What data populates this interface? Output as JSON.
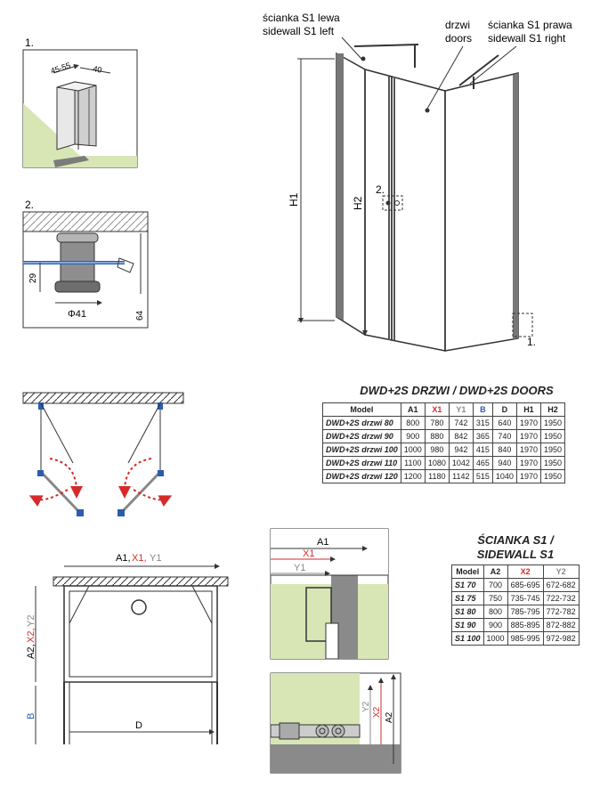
{
  "labels": {
    "fig1": "1.",
    "fig2": "2.",
    "left_wall_pl": "ścianka S1 lewa",
    "left_wall_en": "sidewall S1 left",
    "doors_pl": "drzwi",
    "doors_en": "doors",
    "right_wall_pl": "ścianka S1 prawa",
    "right_wall_en": "sidewall S1 right",
    "h1": "H1",
    "h2": "H2",
    "ref2": "2.",
    "ref1": "1.",
    "dim_45_55": "45-55",
    "dim_40": "40",
    "dim_29": "29",
    "dim_41": "Φ41",
    "dim_64": "64",
    "a1": "A1,",
    "x1": "X1,",
    "y1": "Y1",
    "a2": "A2,",
    "x2": "X2,",
    "y2": "Y2",
    "b": "B",
    "d": "D",
    "det_a1": "A1",
    "det_x1": "X1",
    "det_y1": "Y1",
    "det_y2": "Y2",
    "det_x2": "X2",
    "det_a2": "A2"
  },
  "doors_table": {
    "title": "DWD+2S DRZWI / DWD+2S DOORS",
    "headers": [
      "Model",
      "A1",
      "X1",
      "Y1",
      "B",
      "D",
      "H1",
      "H2"
    ],
    "rows": [
      [
        "DWD+2S drzwi 80",
        "800",
        "780",
        "742",
        "315",
        "640",
        "1970",
        "1950"
      ],
      [
        "DWD+2S drzwi 90",
        "900",
        "880",
        "842",
        "365",
        "740",
        "1970",
        "1950"
      ],
      [
        "DWD+2S drzwi 100",
        "1000",
        "980",
        "942",
        "415",
        "840",
        "1970",
        "1950"
      ],
      [
        "DWD+2S drzwi 110",
        "1100",
        "1080",
        "1042",
        "465",
        "940",
        "1970",
        "1950"
      ],
      [
        "DWD+2S drzwi 120",
        "1200",
        "1180",
        "1142",
        "515",
        "1040",
        "1970",
        "1950"
      ]
    ]
  },
  "sidewall_table": {
    "title_line1": "ŚCIANKA S1 /",
    "title_line2": "SIDEWALL S1",
    "headers": [
      "Model",
      "A2",
      "X2",
      "Y2"
    ],
    "rows": [
      [
        "S1 70",
        "700",
        "685-695",
        "672-682"
      ],
      [
        "S1 75",
        "750",
        "735-745",
        "722-732"
      ],
      [
        "S1 80",
        "800",
        "785-795",
        "772-782"
      ],
      [
        "S1 90",
        "900",
        "885-895",
        "872-882"
      ],
      [
        "S1 100",
        "1000",
        "985-995",
        "972-982"
      ]
    ]
  },
  "colors": {
    "red": "#d62a2a",
    "blue": "#2a5db0",
    "grey": "#888888",
    "wall_green": "#d8e6b6",
    "tile_grey": "#7b7b7b"
  }
}
